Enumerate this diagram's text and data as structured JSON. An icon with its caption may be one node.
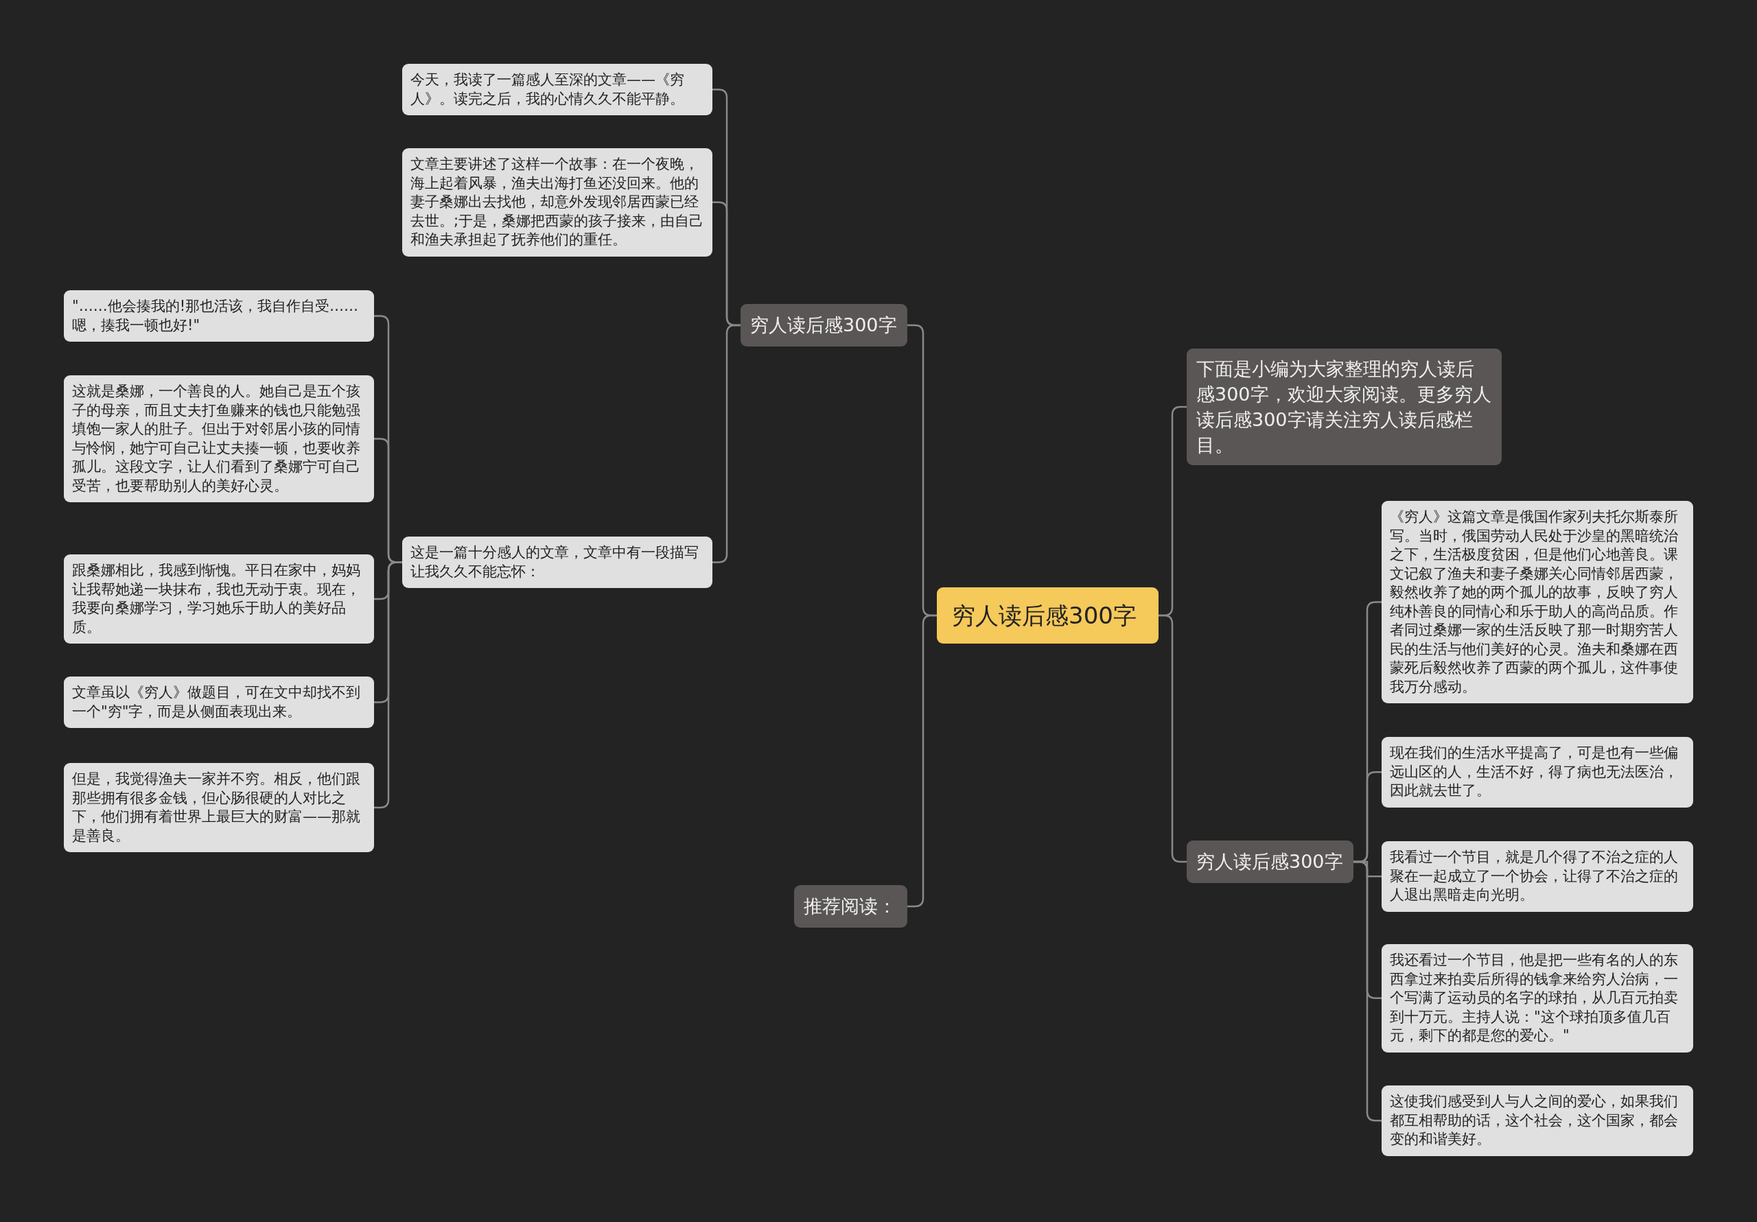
{
  "diagram": {
    "nodes": [
      {
        "text": [
          "穷人读后感300字"
        ]
      },
      {
        "text": [
          "穷人读后感300字"
        ]
      },
      {
        "text": [
          "今天，我读了一篇感人至深的文章——《穷人》。读完之后，我的心情久久不能平静。"
        ]
      },
      {
        "text": [
          "文章主要讲述了这样一个故事：在一个夜晚，海上起着风暴，渔夫出海打鱼还没回来。他的妻子桑娜出去找他，却意外发现邻居西蒙已经去世。;于是，桑娜把西蒙的孩子接来，由自己和渔夫承担起了抚养他们的重任。"
        ]
      },
      {
        "text": [
          "这是一篇十分感人的文章，文章中有一段描写让我久久不能忘怀："
        ]
      },
      {
        "text": [
          "\"……他会揍我的!那也活该，我自作自受……嗯，揍我一顿也好!\""
        ]
      },
      {
        "text": [
          "这就是桑娜，一个善良的人。她自己是五个孩子的母亲，而且丈夫打鱼赚来的钱也只能勉强填饱一家人的肚子。但出于对邻居小孩的同情与怜悯，她宁可自己让丈夫揍一顿，也要收养孤儿。这段文字，让人们看到了桑娜宁可自己受苦，也要帮助别人的美好心灵。"
        ]
      },
      {
        "text": [
          "跟桑娜相比，我感到惭愧。平日在家中，妈妈让我帮她递一块抹布，我也无动于衷。现在，我要向桑娜学习，学习她乐于助人的美好品质。"
        ]
      },
      {
        "text": [
          "文章虽以《穷人》做题目，可在文中却找不到一个\"穷\"字，而是从侧面表现出来。"
        ]
      },
      {
        "text": [
          "但是，我觉得渔夫一家并不穷。相反，他们跟那些拥有很多金钱，但心肠很硬的人对比之下，他们拥有着世界上最巨大的财富——那就是善良。"
        ]
      },
      {
        "text": [
          "推荐阅读："
        ]
      },
      {
        "text": [
          "下面是小编为大家整理的穷人读后感300字，欢迎大家阅读。更多穷人读后感300字请关注穷人读后感栏目。"
        ]
      },
      {
        "text": [
          "穷人读后感300字"
        ]
      },
      {
        "text": [
          "《穷人》这篇文章是俄国作家列夫托尔斯泰所写。当时，俄国劳动人民处于沙皇的黑暗统治之下，生活极度贫困，但是他们心地善良。课文记叙了渔夫和妻子桑娜关心同情邻居西蒙，毅然收养了她的两个孤儿的故事，反映了穷人纯朴善良的同情心和乐于助人的高尚品质。作者同过桑娜一家的生活反映了那一时期穷苦人民的生活与他们美好的心灵。渔夫和桑娜在西蒙死后毅然收养了西蒙的两个孤儿，这件事使我万分感动。"
        ]
      },
      {
        "text": [
          "现在我们的生活水平提高了，可是也有一些偏远山区的人，生活不好，得了病也无法医治，因此就去世了。"
        ]
      },
      {
        "text": [
          "我看过一个节目，就是几个得了不治之症的人聚在一起成立了一个协会，让得了不治之症的人退出黑暗走向光明。"
        ]
      },
      {
        "text": [
          "我还看过一个节目，他是把一些有名的人的东西拿过来拍卖后所得的钱拿来给穷人治病，一个写满了运动员的名字的球拍，从几百元拍卖到十万元。主持人说：\"这个球拍顶多值几百元，剩下的都是您的爱心。\""
        ]
      },
      {
        "text": [
          "这使我们感受到人与人之间的爱心，如果我们都互相帮助的话，这个社会，这个国家，都会变的和谐美好。"
        ]
      }
    ],
    "edges": [
      {
        "from": 0,
        "to": 1,
        "arrow": "none"
      },
      {
        "from": 1,
        "to": 2,
        "arrow": "none"
      },
      {
        "from": 1,
        "to": 3,
        "arrow": "none"
      },
      {
        "from": 1,
        "to": 4,
        "arrow": "none"
      },
      {
        "from": 4,
        "to": 5,
        "arrow": "none"
      },
      {
        "from": 4,
        "to": 6,
        "arrow": "none"
      },
      {
        "from": 4,
        "to": 7,
        "arrow": "none"
      },
      {
        "from": 4,
        "to": 8,
        "arrow": "none"
      },
      {
        "from": 4,
        "to": 9,
        "arrow": "none"
      },
      {
        "from": 0,
        "to": 10,
        "arrow": "none"
      },
      {
        "from": 0,
        "to": 11,
        "arrow": "none"
      },
      {
        "from": 0,
        "to": 12,
        "arrow": "none"
      },
      {
        "from": 12,
        "to": 13,
        "arrow": "none"
      },
      {
        "from": 12,
        "to": 14,
        "arrow": "none"
      },
      {
        "from": 12,
        "to": 15,
        "arrow": "none"
      },
      {
        "from": 12,
        "to": 16,
        "arrow": "none"
      },
      {
        "from": 12,
        "to": 17,
        "arrow": "none"
      }
    ]
  }
}
